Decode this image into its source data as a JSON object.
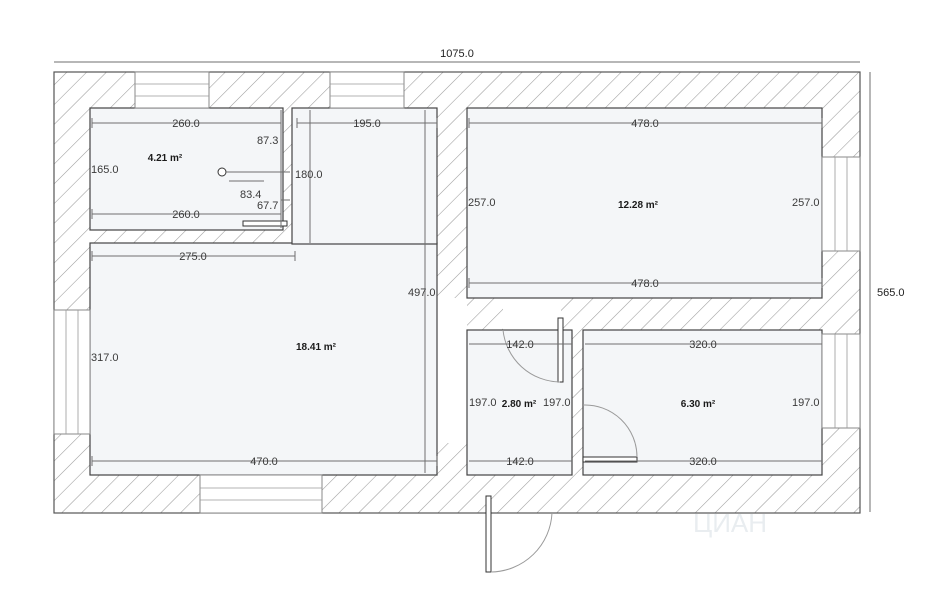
{
  "plan": {
    "overall_width": "1075.0",
    "overall_height": "565.0",
    "watermark": "ЦИАН",
    "rooms": [
      {
        "id": "bathroom",
        "area": "4.21 m²"
      },
      {
        "id": "bedroom",
        "area": "12.28 m²"
      },
      {
        "id": "living",
        "area": "18.41 m²"
      },
      {
        "id": "hall",
        "area": "2.80 m²"
      },
      {
        "id": "kitchen",
        "area": "6.30 m²"
      }
    ],
    "dimensions": {
      "bath_top": "260.0",
      "bath_bottom": "260.0",
      "bath_left": "165.0",
      "niche_w": "87.3",
      "niche_h": "180.0",
      "niche_inner": "83.4",
      "niche_small": "67.7",
      "corr_top": "195.0",
      "living_top": "275.0",
      "living_right": "497.0",
      "living_left": "317.0",
      "living_bottom": "470.0",
      "bed_top": "478.0",
      "bed_bottom": "478.0",
      "bed_left": "257.0",
      "bed_right": "257.0",
      "hall_top": "142.0",
      "hall_bottom": "142.0",
      "hall_left": "197.0",
      "hall_right": "197.0",
      "kit_top": "320.0",
      "kit_bottom": "320.0",
      "kit_right": "197.0"
    }
  }
}
